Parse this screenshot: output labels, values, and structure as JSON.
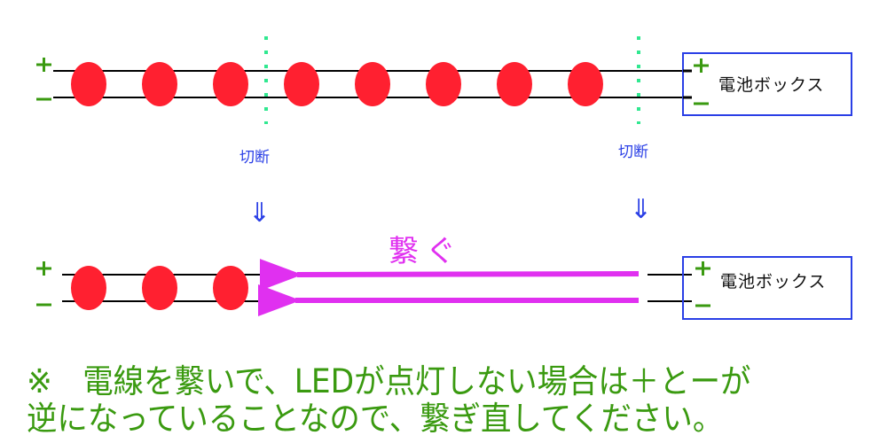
{
  "top_strip": {
    "plus_label": "+",
    "minus_label": "−",
    "led_count": 8,
    "battery_box_label": "電池ボックス",
    "battery_plus": "+",
    "battery_minus": "−"
  },
  "cut_points": [
    {
      "label": "切断"
    },
    {
      "label": "切断"
    }
  ],
  "down_arrow_glyph": "⇓",
  "bottom_strip": {
    "plus_label": "+",
    "minus_label": "−",
    "led_count": 3,
    "connect_label": "繋ぐ",
    "battery_box_label": "電池ボックス",
    "battery_plus": "+",
    "battery_minus": "−"
  },
  "note": {
    "line1": "※　電線を繋いで、LEDが点灯しない場合は＋とーが",
    "line2": "逆になっていることなので、繋ぎ直してください。"
  },
  "colors": {
    "led": "#ff2030",
    "wire": "#000000",
    "polarity": "#3a9a10",
    "cut_line": "#30e890",
    "box_border": "#2a3fe6",
    "cut_label": "#2a3fe6",
    "connect_arrow": "#e030f0",
    "note_text": "#3a9a10"
  }
}
